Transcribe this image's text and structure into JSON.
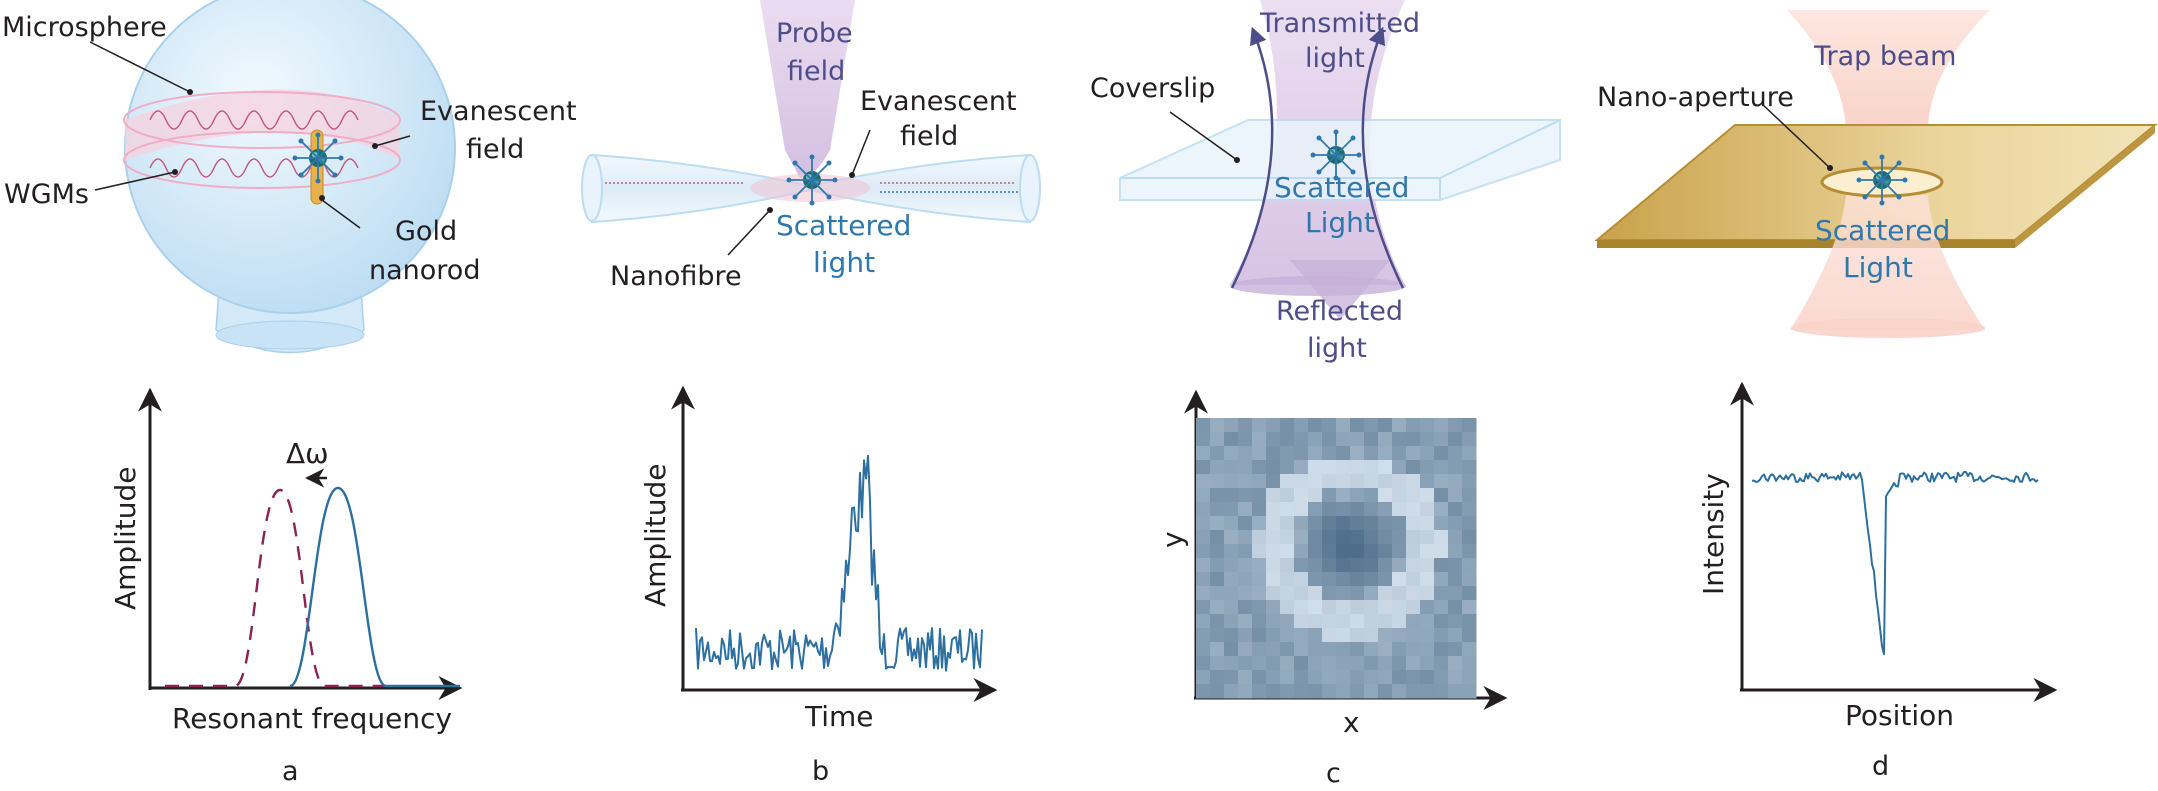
{
  "panel_a": {
    "letter": "a",
    "label_microsphere": "Microsphere",
    "label_evanescent_1": "Evanescent",
    "label_evanescent_2": "field",
    "label_wgms": "WGMs",
    "label_gold_1": "Gold",
    "label_gold_2": "nanorod",
    "ylabel": "Amplitude",
    "xlabel": "Resonant frequency",
    "delta": "Δω"
  },
  "panel_b": {
    "letter": "b",
    "label_probe_1": "Probe",
    "label_probe_2": "field",
    "label_evanescent_1": "Evanescent",
    "label_evanescent_2": "field",
    "label_scattered_1": "Scattered",
    "label_scattered_2": "light",
    "label_nanofibre": "Nanofibre",
    "ylabel": "Amplitude",
    "xlabel": "Time"
  },
  "panel_c": {
    "letter": "c",
    "label_transmitted_1": "Transmitted",
    "label_transmitted_2": "light",
    "label_coverslip": "Coverslip",
    "label_scattered_1": "Scattered",
    "label_scattered_2": "Light",
    "label_reflected_1": "Reflected",
    "label_reflected_2": "light",
    "ylabel": "y",
    "xlabel": "x"
  },
  "panel_d": {
    "letter": "d",
    "label_trap": "Trap beam",
    "label_aperture": "Nano-aperture",
    "label_scattered_1": "Scattered",
    "label_scattered_2": "Light",
    "ylabel": "Intensity",
    "xlabel": "Position"
  },
  "colors": {
    "curve": "#2d6f9e",
    "dashed": "#8b2252",
    "probe": "#d9c5e3",
    "trap": "#f6c9c0",
    "gold": "#d8b45c",
    "sphere": "#cfe6f5",
    "ring": "#f4c8d8"
  }
}
